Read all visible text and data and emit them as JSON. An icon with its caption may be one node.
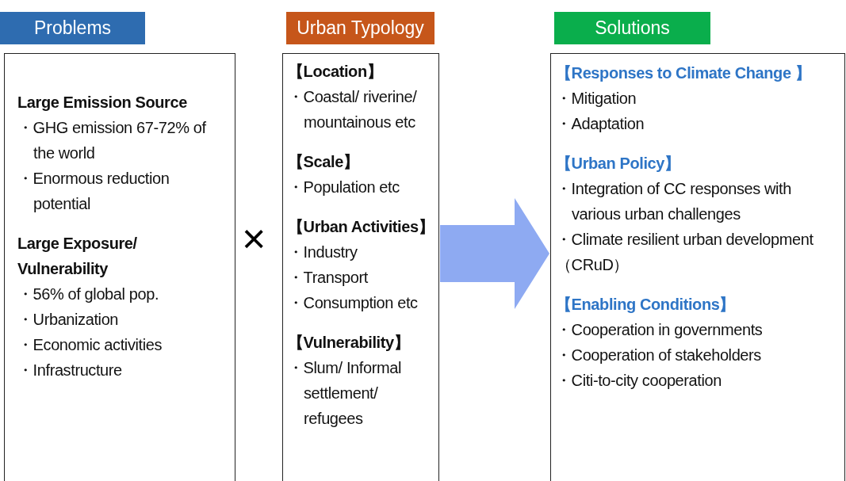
{
  "diagram": {
    "nodes": [
      {
        "text": [
          "Problems"
        ]
      },
      {
        "text": [
          "Large Emission Source",
          "・GHG emission 67-72% of the world",
          "・Enormous reduction potential",
          "Large Exposure/ Vulnerability",
          "・56% of global pop.",
          "・Urbanization",
          "・Economic activities",
          "・Infrastructure"
        ]
      },
      {
        "text": [
          "Urban Typology"
        ]
      },
      {
        "text": [
          "【Location】",
          "・Coastal/ riverine/ mountainous etc",
          "【Scale】",
          "・Population etc",
          "【Urban Activities】",
          "・Industry",
          "・Transport",
          "・Consumption etc",
          "【Vulnerability】",
          "・Slum/ Informal settlement/ refugees"
        ]
      },
      {
        "text": [
          "Solutions"
        ]
      },
      {
        "text": [
          "【Responses to Climate Change 】",
          "・Mitigation",
          "・Adaptation",
          "【Urban Policy】",
          "・Integration of CC responses with various urban challenges",
          "・Climate resilient urban development（CRuD）",
          "【Enabling Conditions】",
          "・Cooperation in governments",
          "・Cooperation of stakeholders",
          "・Citi-to-city cooperation"
        ]
      }
    ],
    "edges": [
      {
        "from": 3,
        "to": 5,
        "arrow": "to",
        "style": "thick",
        "color": "#8eaaf2"
      }
    ],
    "labels": [
      "×"
    ]
  }
}
